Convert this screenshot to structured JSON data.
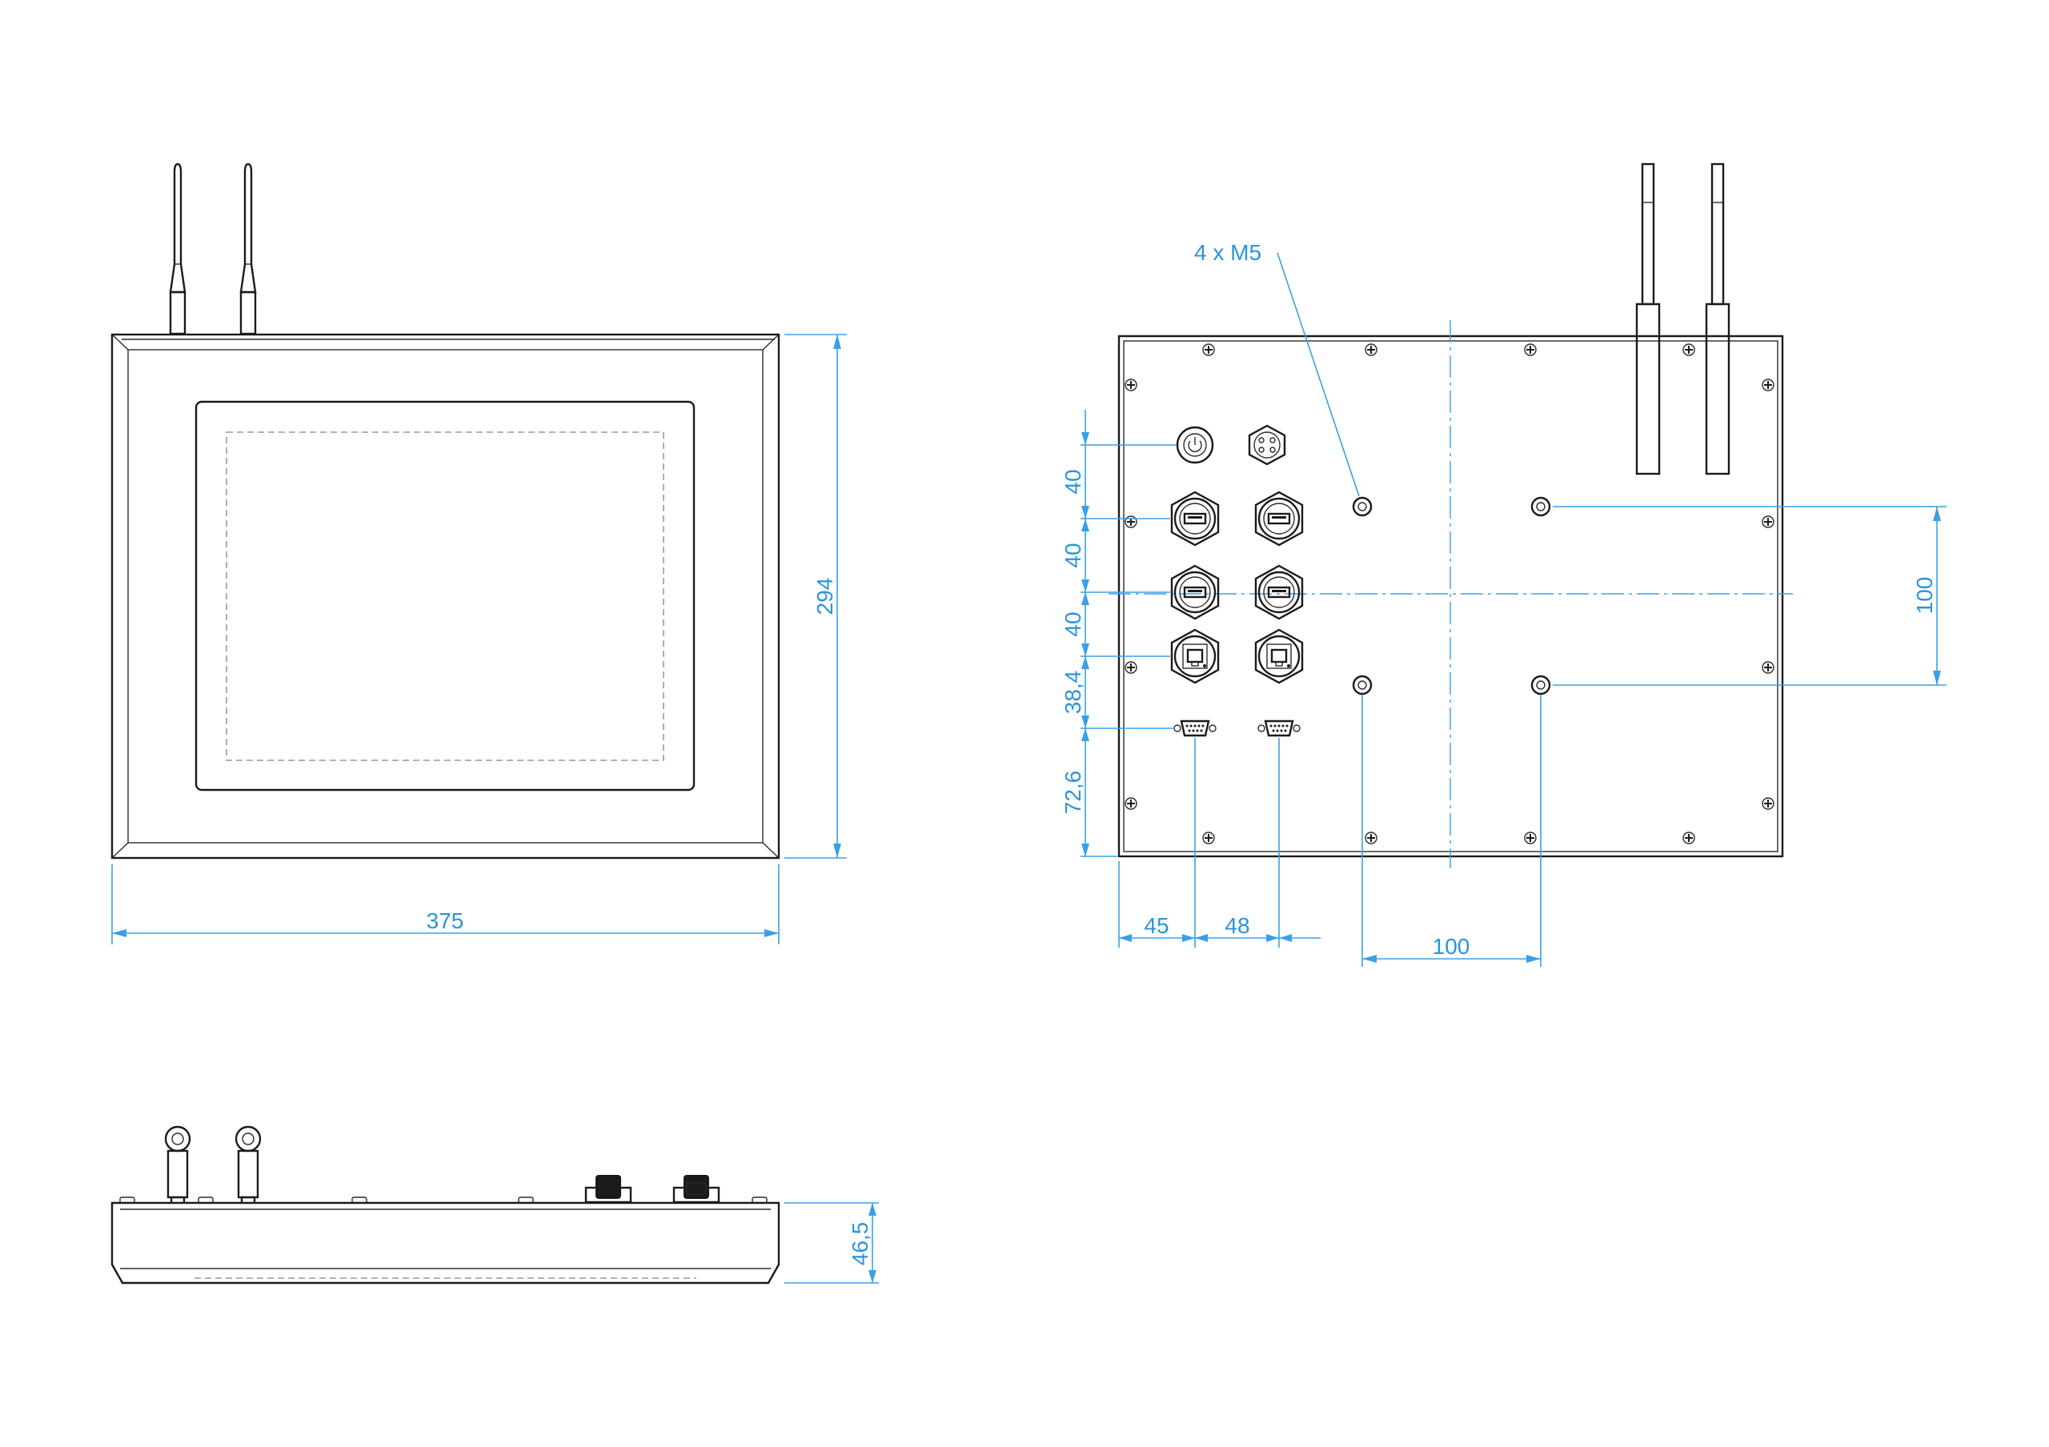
{
  "front_view": {
    "width_label": "375",
    "height_label": "294"
  },
  "rear_view": {
    "mount_label": "4 x M5",
    "row_pitch_labels": [
      "40",
      "40",
      "40",
      "38,4",
      "72,6"
    ],
    "column_labels": [
      "45",
      "48"
    ],
    "mount_horizontal_label": "100",
    "mount_vertical_label": "100"
  },
  "side_view": {
    "depth_label": "46,5"
  },
  "colors": {
    "outline": "#1a1a1a",
    "dimension": "#3aa0e6",
    "background": "#ffffff"
  }
}
